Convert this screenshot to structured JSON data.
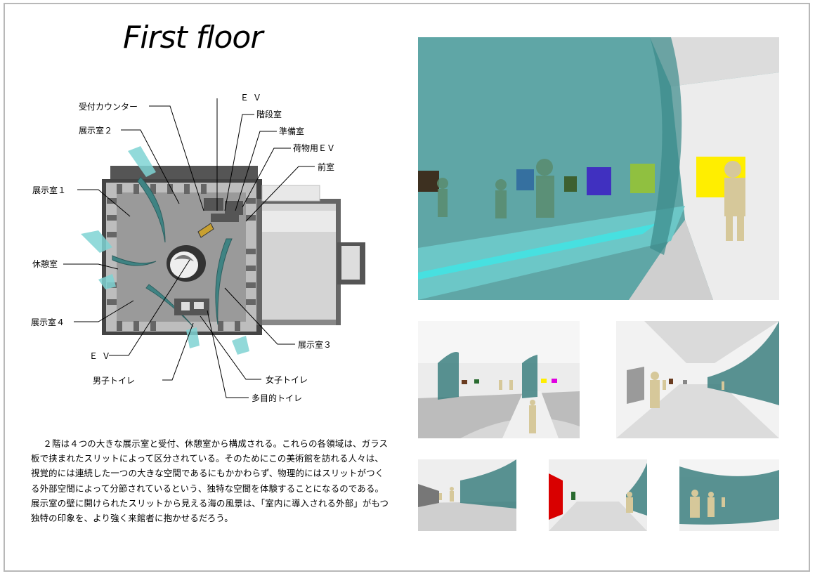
{
  "title": "First floor",
  "labels": {
    "reception": "受付カウンター",
    "ev_top": "ＥＶ",
    "stairs": "階段室",
    "prep": "準備室",
    "freight_ev": "荷物用ＥＶ",
    "anteroom": "前室",
    "exhibit2": "展示室２",
    "exhibit1": "展示室１",
    "lounge": "休憩室",
    "exhibit4": "展示室４",
    "ev_bottom": "ＥＶ",
    "mens_wc": "男子トイレ",
    "womens_wc": "女子トイレ",
    "multi_wc": "多目的トイレ",
    "exhibit3": "展示室３"
  },
  "description": "２階は４つの大きな展示室と受付、休憩室から構成される。これらの各領域は、ガラス板で挟まれたスリットによって区分されている。そのためにこの美術館を訪れる人々は、視覚的には連続した一つの大きな空間であるにもかかわらず、物理的にはスリットがつくる外部空間によって分節されているという、独特な空間を体験することになるのである。展示室の壁に開けられたスリットから見える海の風景は、「室内に導入される外部」がもつ独特の印象を、より強く来館者に抱かせるだろう。",
  "colors": {
    "glass": "#3a8a8a",
    "glass_light": "#7ccfd0",
    "figure": "#d6c89a",
    "floor": "#d9d9d9",
    "wall": "#9a9a9a"
  }
}
